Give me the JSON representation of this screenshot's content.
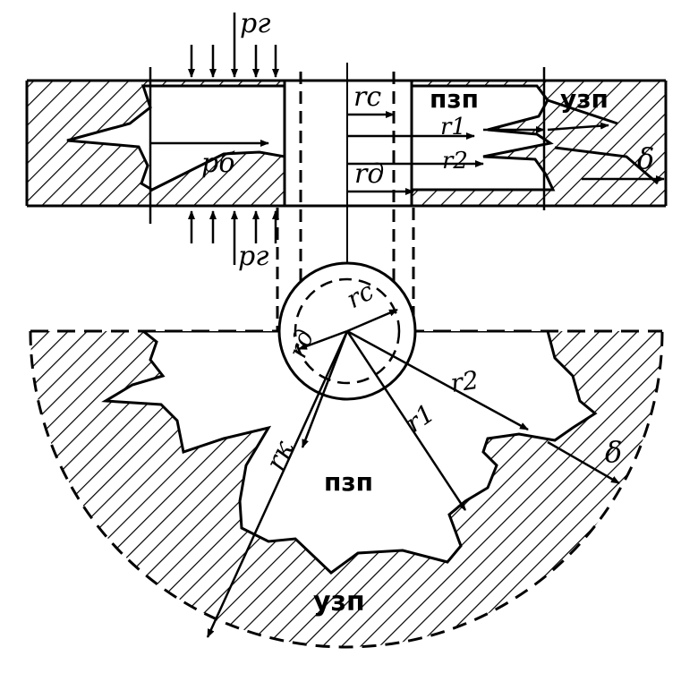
{
  "labels": {
    "pressure_top": "pг",
    "pressure_bottom": "pг",
    "pore_pressure": "pб",
    "radius_well_top": "rс",
    "radius_r1": "r1",
    "radius_r2": "r2",
    "radius_rd_top": "rд",
    "delta_top": "δ",
    "zone_near_top": "пзп",
    "zone_remote_top": "узп",
    "radius_well_bottom": "rс",
    "radius_rd_bottom": "rд",
    "radius_r1_bottom": "r1",
    "radius_r2_bottom": "r2",
    "radius_rk": "rк",
    "delta_bottom": "δ",
    "zone_near_bottom": "пзп",
    "zone_remote_bottom": "узп"
  },
  "colors": {
    "ink": "#000000",
    "paper": "#ffffff"
  }
}
